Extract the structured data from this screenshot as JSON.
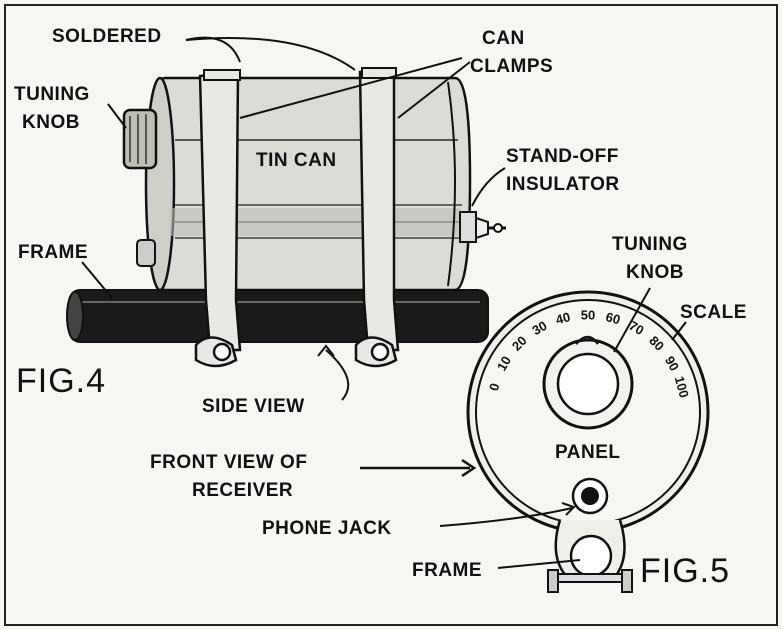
{
  "labels": {
    "soldered": "SOLDERED",
    "can_clamps_1": "CAN",
    "can_clamps_2": "CLAMPS",
    "tuning_knob_left_1": "TUNING",
    "tuning_knob_left_2": "KNOB",
    "tin_can": "TIN CAN",
    "standoff_1": "STAND-OFF",
    "standoff_2": "INSULATOR",
    "frame_left": "FRAME",
    "fig4": "FIG.4",
    "side_view": "SIDE VIEW",
    "tuning_knob_right_1": "TUNING",
    "tuning_knob_right_2": "KNOB",
    "scale": "SCALE",
    "front_view_1": "FRONT VIEW OF",
    "front_view_2": "RECEIVER",
    "panel": "PANEL",
    "phone_jack": "PHONE JACK",
    "frame_bottom": "FRAME",
    "fig5": "FIG.5"
  },
  "scale_ticks": [
    "0",
    "10",
    "20",
    "30",
    "40",
    "50",
    "60",
    "70",
    "80",
    "90",
    "100"
  ]
}
